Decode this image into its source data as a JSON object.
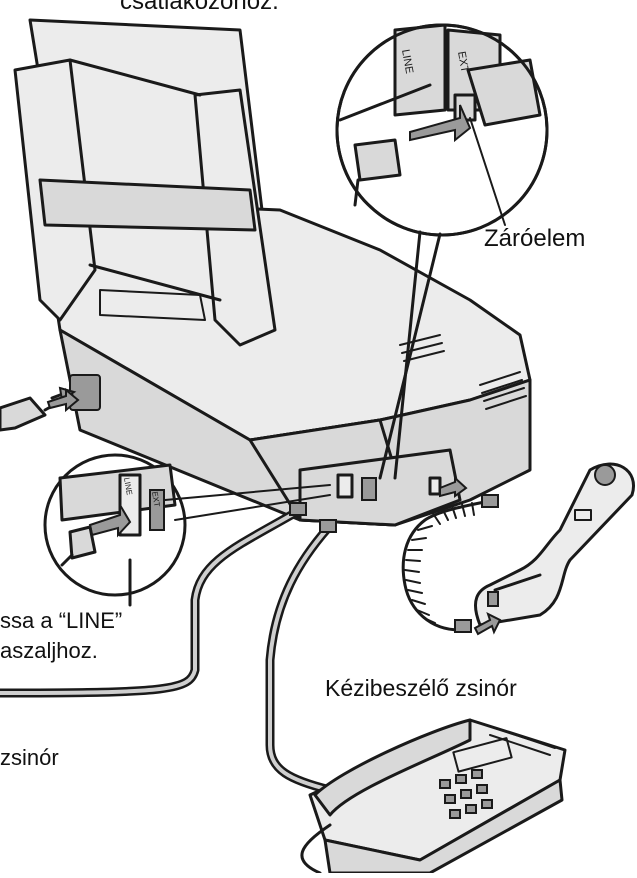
{
  "labels": {
    "top_text": "csatlakozóhoz.",
    "closing_element": "Záróelem",
    "line_note_line1": "ssa a “LINE”",
    "line_note_line2": "aszaljhoz.",
    "handset_cord": "Kézibeszélő zsinór",
    "cord_fragment": "zsinór"
  },
  "jack_labels": {
    "line": "LINE",
    "ext": "EXT"
  }
}
